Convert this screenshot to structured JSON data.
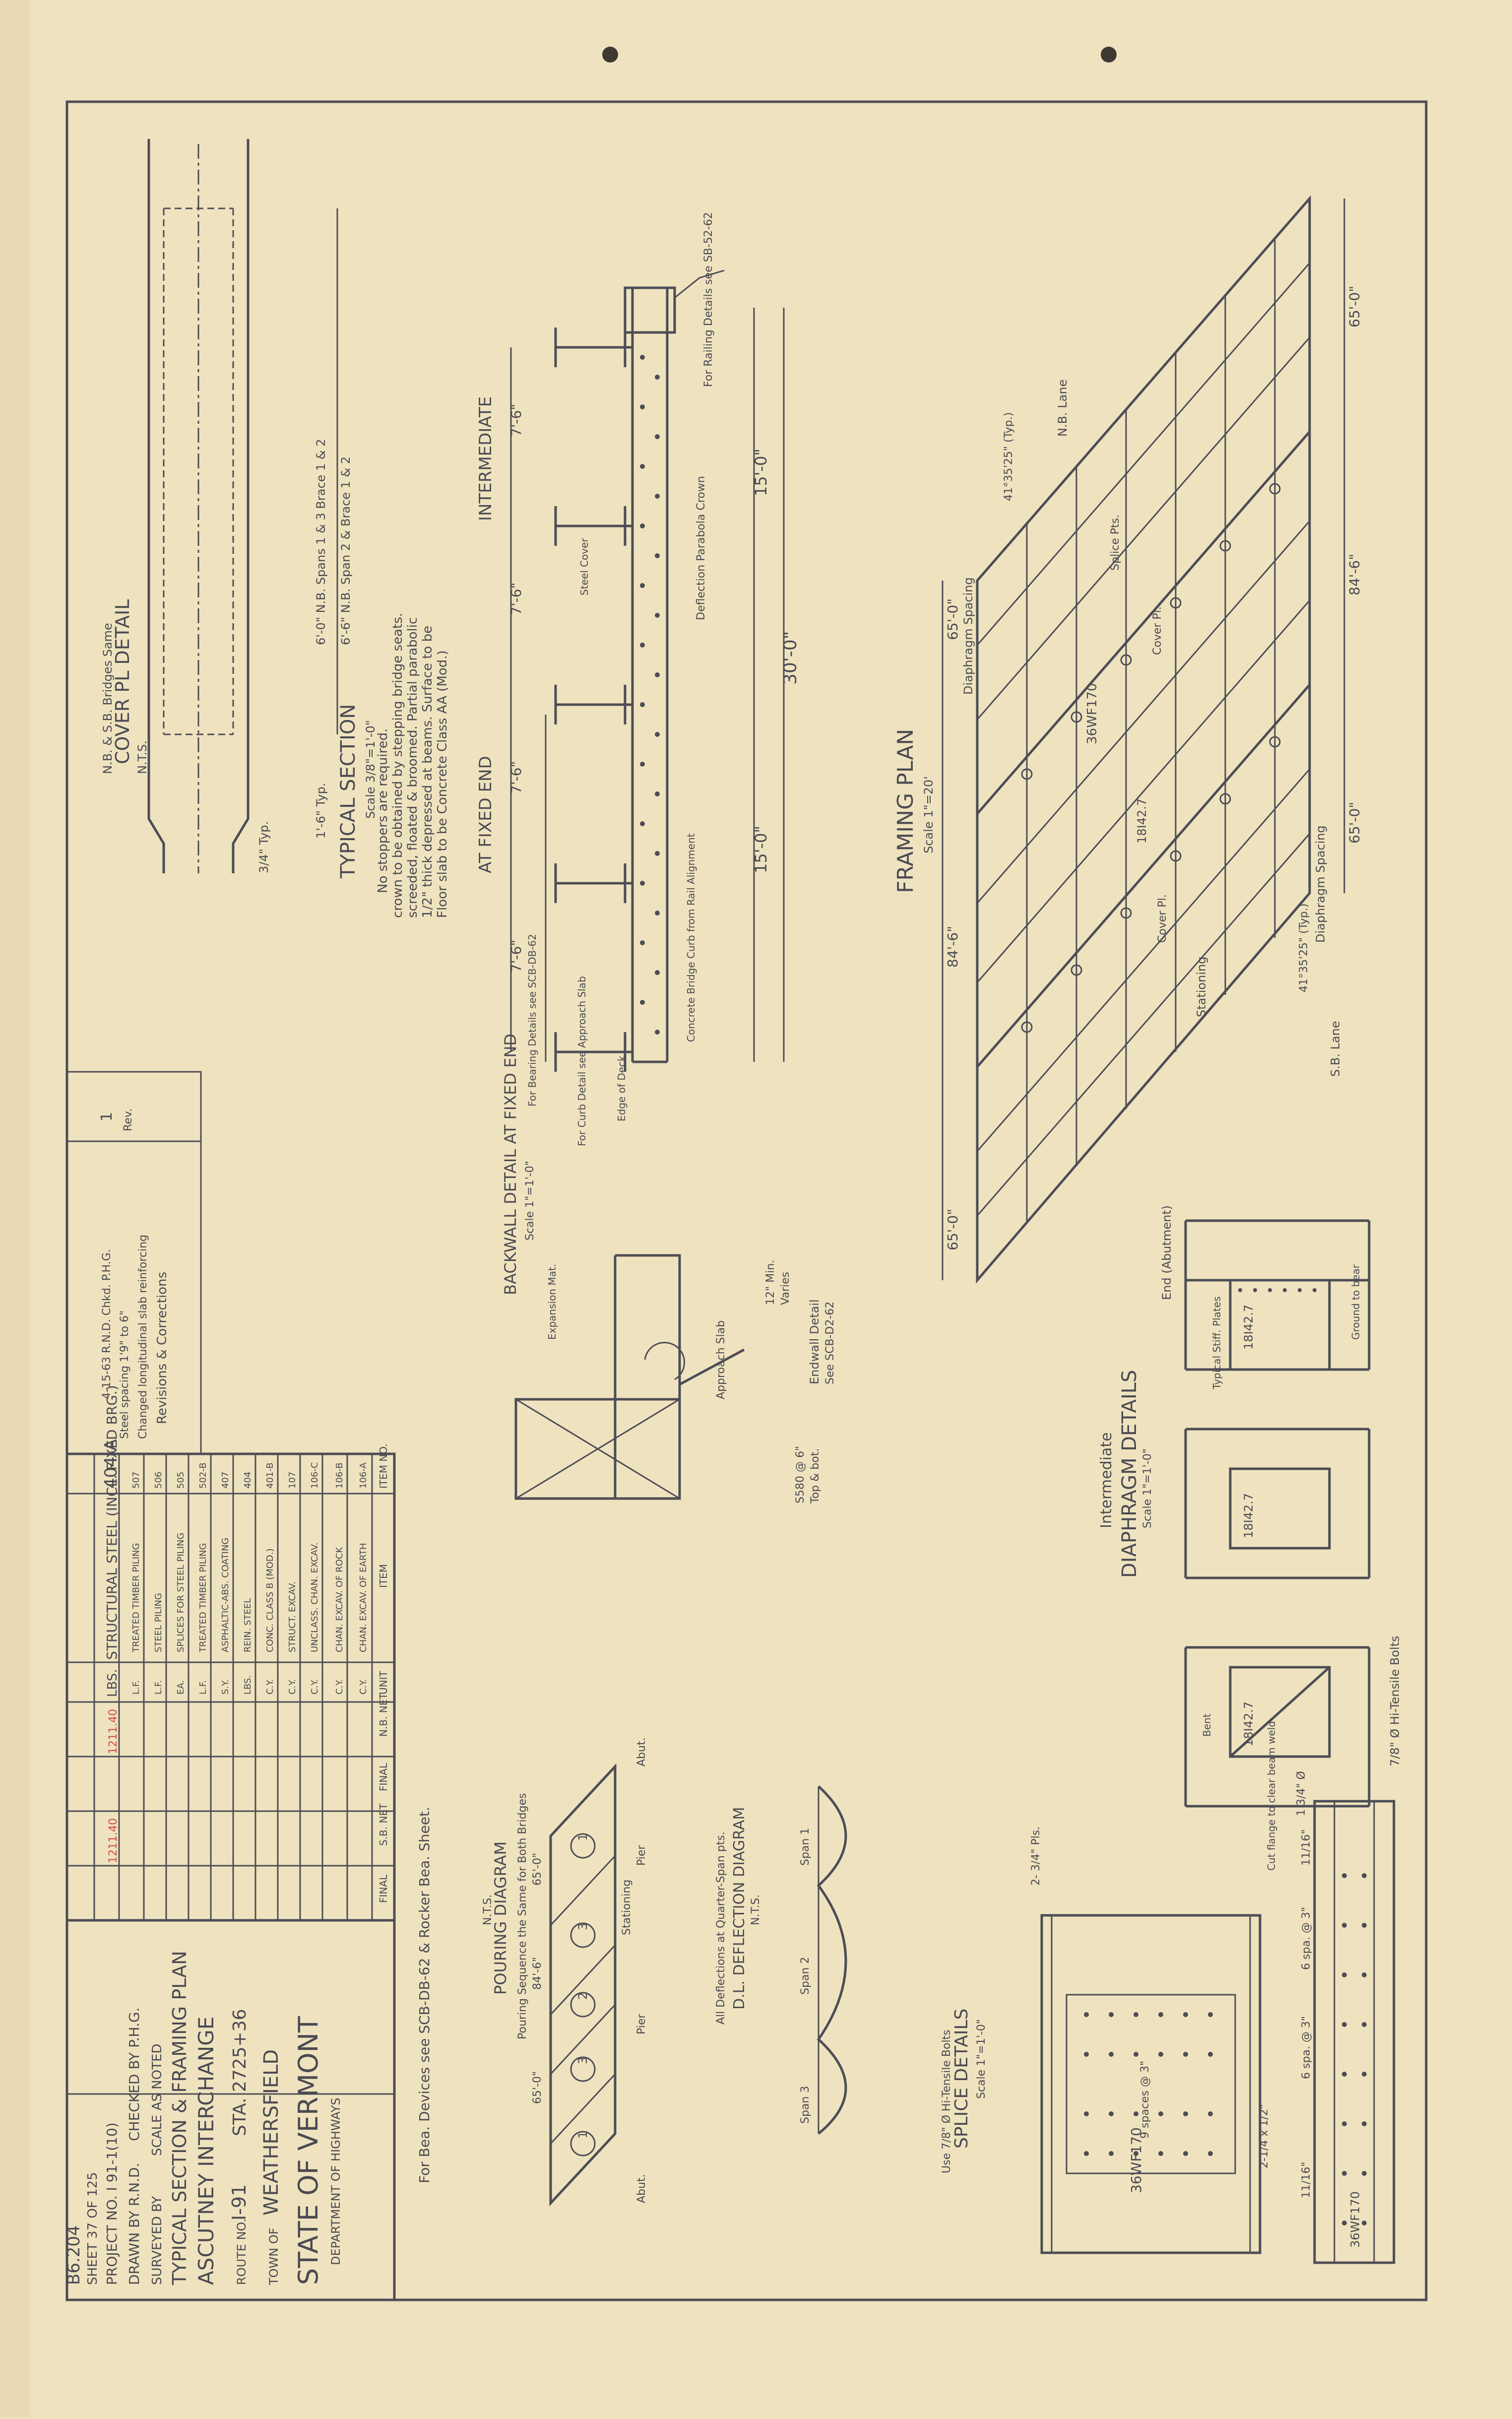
{
  "title_block": {
    "state": "STATE OF VERMONT",
    "department": "DEPARTMENT OF HIGHWAYS",
    "town_label": "TOWN OF",
    "town": "WEATHERSFIELD",
    "route_label": "ROUTE NO.",
    "route": "I-91",
    "station": "STA. 2725+36",
    "project_title": "ASCUTNEY INTERCHANGE",
    "sheet_title": "TYPICAL SECTION & FRAMING PLAN",
    "scale": "SCALE AS NOTED",
    "surveyed_by": "SURVEYED BY",
    "drawn_by": "DRAWN BY R.N.D.",
    "checked_by": "CHECKED BY P.H.G.",
    "project_no": "PROJECT NO. I 91-1(10)",
    "sheet_no": "SHEET 37 OF 125",
    "drawing_no": "B6.204",
    "ref_note": "For Bea. Devices see SCB-DB-62 & Rocker Bea. Sheet."
  },
  "quantities": {
    "headers": [
      "ITEM NO.",
      "ITEM",
      "UNIT",
      "N.B. NET",
      "FINAL",
      "S.B. NET",
      "FINAL"
    ],
    "rows": [
      [
        "106-A",
        "CHAN. EXCAV. OF EARTH",
        "C.Y."
      ],
      [
        "106-B",
        "CHAN. EXCAV. OF ROCK",
        "C.Y."
      ],
      [
        "106-C",
        "UNCLASS. CHAN. EXCAV.",
        "C.Y."
      ],
      [
        "107",
        "STRUCT. EXCAV.",
        "C.Y."
      ],
      [
        "401-B",
        "CONC. CLASS B (MOD.)",
        "C.Y."
      ],
      [
        "404",
        "REIN. STEEL",
        "LBS."
      ],
      [
        "407",
        "ASPHALTIC-ABS. COATING",
        "S.Y."
      ],
      [
        "502-B",
        "TREATED TIMBER PILING",
        "L.F."
      ],
      [
        "505",
        "SPLICES FOR STEEL PILING",
        "EA."
      ],
      [
        "506",
        "STEEL PILING",
        "L.F."
      ],
      [
        "507",
        "TREATED TIMBER PILING",
        "L.F."
      ],
      [
        "404-A",
        "STRUCTURAL STEEL (INCL. FIXED BRG.)",
        "LBS."
      ]
    ],
    "red_entries": [
      "1211.40",
      "1211.40"
    ]
  },
  "revisions": {
    "rev_label": "Rev.",
    "rev_no": "1",
    "heading": "Revisions & Corrections",
    "note1": "Changed longitudinal slab reinforcing",
    "note2": "Steel spacing 1'9\" to 6\"",
    "note3": "4-15-63 R.N.D. Chkd. P.H.G."
  },
  "typical_section": {
    "title": "TYPICAL SECTION",
    "scale": "Scale 3/8\"=1'-0\"",
    "intermediate": "INTERMEDIATE",
    "fixed_end": "AT FIXED END",
    "dim_30": "30'-0\"",
    "dim_15a": "15'-0\"",
    "dim_15b": "15'-0\"",
    "dims_75": [
      "7'-6\"",
      "7'-6\"",
      "7'-6\"",
      "7'-6\""
    ],
    "notes": [
      "Floor slab to be Concrete Class AA (Mod.)",
      "1/2\" thick depressed at beams. Surface to be",
      "screeded, floated & broomed. Partial parabolic",
      "crown to be obtained by stepping bridge seats.",
      "No stoppers are required."
    ],
    "callouts": [
      "For Railing Details see SB-52-62",
      "Deflection Parabola Crown",
      "Steel Cover",
      "For Bearing Details see SCB-DB-62",
      "Concrete Bridge Curb from Rail Alignment",
      "For Curb Detail see Approach Slab",
      "Edge of Deck"
    ]
  },
  "cover_plate": {
    "title": "COVER PL DETAIL",
    "scale": "N.T.S.",
    "note": "N.B. & S.B. Bridges Same",
    "dims": [
      "6'-0\" N.B. Spans 1 & 3 Brace 1 & 2",
      "6'-6\" N.B. Span 2 & Brace 1 & 2",
      "1'-6\" Typ.",
      "3/4\" Typ."
    ]
  },
  "framing_plan": {
    "title": "FRAMING PLAN",
    "scale": "Scale 1\"=20'",
    "beam_label": "36WF170",
    "diaphragm_label": "18I42.7",
    "labels": [
      "Diaphragm Spacing",
      "Diaphragm Spacing",
      "Splice Pts.",
      "Cover Pl.",
      "Cover Pl.",
      "Stationing",
      "N.B. Lane",
      "S.B. Lane"
    ],
    "spans": [
      "65'-0\"",
      "84'-6\"",
      "65'-0\""
    ],
    "skew": "41°35'25\" (Typ.)"
  },
  "diaphragm": {
    "title": "DIAPHRAGM DETAILS",
    "scale": "Scale 1\"=1'-0\"",
    "end": "End (Abutment)",
    "intermediate": "Intermediate",
    "member": "18I42.7",
    "bolt_note": "7/8\" Ø Hi-Tensile Bolts",
    "notes": [
      "Ground to bear",
      "Typical Stiff. Plates",
      "Cut flange to clear beam weld",
      "Bent"
    ]
  },
  "backwall": {
    "title": "BACKWALL DETAIL AT FIXED END",
    "scale": "Scale 1\"=1'-0\"",
    "notes": [
      "Varies",
      "12\" Min.",
      "Endwall Detail",
      "See SCB-D2-62",
      "Approach Slab",
      "Expansion Mat.",
      "S580 @ 6\"",
      "Top & bot."
    ]
  },
  "deflection": {
    "title": "D.L. DEFLECTION DIAGRAM",
    "scale": "N.T.S.",
    "note": "All Deflections at Quarter-Span pts.",
    "spans": [
      "Span 1",
      "Span 2",
      "Span 3"
    ]
  },
  "pouring": {
    "title": "POURING DIAGRAM",
    "scale": "N.T.S.",
    "note": "Pouring Sequence the Same for Both Bridges",
    "sequence": [
      "1",
      "3",
      "2",
      "3",
      "1"
    ],
    "dims": [
      "65'-0\"",
      "84'-6\"",
      "65'-0\""
    ],
    "labels": [
      "Abut.",
      "Pier",
      "Pier",
      "Abut.",
      "Stationing"
    ]
  },
  "splice": {
    "title": "SPLICE DETAILS",
    "scale": "Scale 1\"=1'-0\"",
    "note": "Use 7/8\" Ø Hi-Tensile Bolts",
    "beam": "36WF170",
    "dims": [
      "9 spaces @ 3\"",
      "6 spa. @ 3\"",
      "6 spa. @ 3\"",
      "11/16\"",
      "11/16\"",
      "1 3/4\" Ø",
      "2- 3/4\" Pls.",
      "2-1/4 x 1/2\""
    ]
  },
  "colors": {
    "paper": "#efe3bf",
    "ink": "#4d4d56",
    "red": "#d24a4a"
  }
}
